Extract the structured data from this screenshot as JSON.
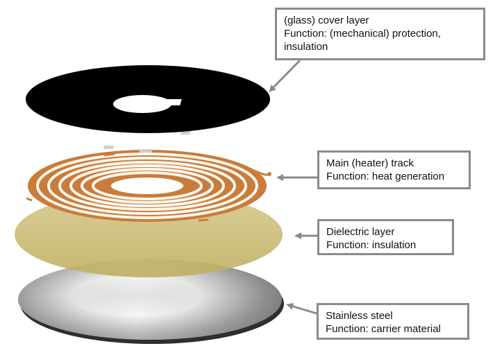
{
  "callouts": {
    "cover": {
      "line1": "(glass) cover layer",
      "line2": "Function: (mechanical) protection, insulation"
    },
    "track": {
      "line1": "Main (heater) track",
      "line2": "Function: heat generation"
    },
    "dielectric": {
      "line1": "Dielectric layer",
      "line2": "Function: insulation"
    },
    "steel": {
      "line1": "Stainless steel",
      "line2": "Function: carrier material"
    }
  },
  "colors": {
    "cover": "#000000",
    "track": "#c87a3a",
    "dielectric": "#c9bc72",
    "steel": "#a9a9a9",
    "border": "#8a8a8a"
  }
}
